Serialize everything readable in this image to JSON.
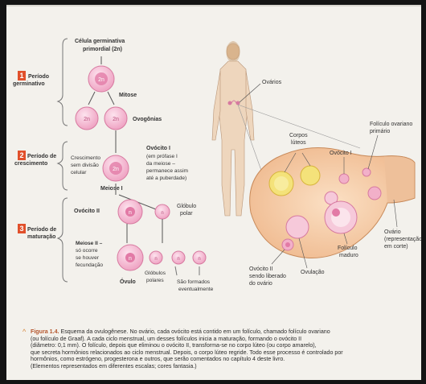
{
  "stages": [
    {
      "number": "1",
      "label": "Período germinativo",
      "color": "#e1502b"
    },
    {
      "number": "2",
      "label": "Período de crescimento",
      "color": "#e1502b"
    },
    {
      "number": "3",
      "label": "Período de maturação",
      "color": "#e1502b"
    }
  ],
  "cells": {
    "primordial_label": "Célula germinativa primordial (2n)",
    "mitose": "Mitose",
    "ovogonias": "Ovogônias",
    "crescimento": "Crescimento sem divisão celular",
    "ovocito1": "Ovócito I",
    "ovocito1_note": "(em prófase I da meiose – permanece assim até a puberdade)",
    "meiose1": "Meiose I",
    "ovocito2": "Ovócito II",
    "globulo_polar": "Glóbulo polar",
    "meiose2": "Meiose II – só ocorre se houver fecundação",
    "ovulo": "Óvulo",
    "globulos_polares": "Glóbulos polares",
    "sao_formados": "São formados eventualmente",
    "ploidy_2n": "2n",
    "ploidy_n": "n"
  },
  "ovary": {
    "ovarios": "Ovários",
    "corpos_luteos": "Corpos lúteos",
    "ovocito1": "Ovócito I",
    "foliculo_primario": "Folículo ovariano primário",
    "ovario_corte": "Ovário (representação em corte)",
    "foliculo_maduro": "Folículo maduro",
    "ovulacao": "Ovulação",
    "ovocito2_liberado": "Ovócito II sendo liberado do ovário"
  },
  "caption": {
    "figure": "Figura 1.4.",
    "lines": [
      "Esquema da ovulogênese. No ovário, cada ovócito está contido em um folículo, chamado folículo ovariano",
      "(ou folículo de Graaf). A cada ciclo menstrual, um desses folículos inicia a maturação, formando o ovócito II",
      "(diâmetro: 0,1 mm). O folículo, depois que eliminou o ovócito II, transforma-se no corpo lúteo (ou corpo amarelo),",
      "que secreta  hormônios relacionados ao ciclo menstrual. Depois, o corpo lúteo regride. Todo esse processo é controlado por",
      "hormônios, como estrógeno, progesterona e outros, que serão comentados no capítulo 4 deste livro.",
      "(Elementos representados em diferentes escalas; cores fantasia.)"
    ]
  },
  "colors": {
    "cell_fill": "#f2b0c9",
    "cell_edge": "#d77aa0",
    "nucleus": "#e27aa6",
    "accent": "#e1502b",
    "ovary": "#f5c9a6"
  }
}
